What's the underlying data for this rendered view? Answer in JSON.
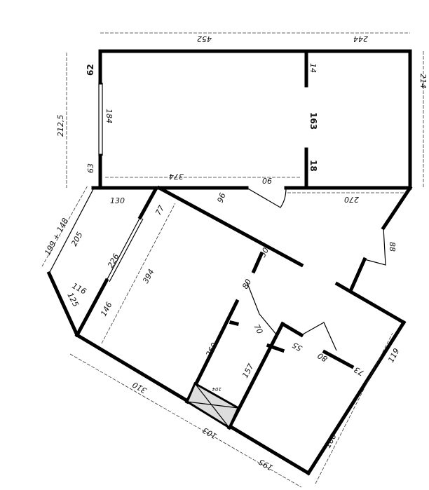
{
  "plan": {
    "wall_color": "#000000",
    "background": "#ffffff",
    "dimensions": {
      "top_left_width": "452",
      "top_right_width": "244",
      "left_height": "212,5",
      "right_height": "214",
      "left_upper_segment": "62",
      "window_height": "184",
      "left_lower_segment": "63",
      "partition_upper": "14",
      "partition_opening": "163",
      "partition_lower": "18",
      "bottom_left_length": "374",
      "door_width": "90",
      "bottom_right_length": "270",
      "corridor_width": "96",
      "entry_width": "88",
      "balcony_top": "130",
      "balcony_side": "199 + 148",
      "balcony_inner": "205",
      "window2": "226",
      "room_length": "394",
      "small_segment": "77",
      "balcony_bottom": "116",
      "balcony_slant": "125",
      "wall_segment": "146",
      "niche_50": "50",
      "niche_80": "80",
      "bath_length": "260",
      "door_70": "70",
      "bath_157": "157",
      "storage": "104",
      "bottom_310": "310",
      "bottom_103": "103",
      "bottom_195": "195",
      "room_166": "166",
      "room_119": "119",
      "door_55": "55",
      "door_80": "80",
      "seg_73": "73"
    }
  }
}
